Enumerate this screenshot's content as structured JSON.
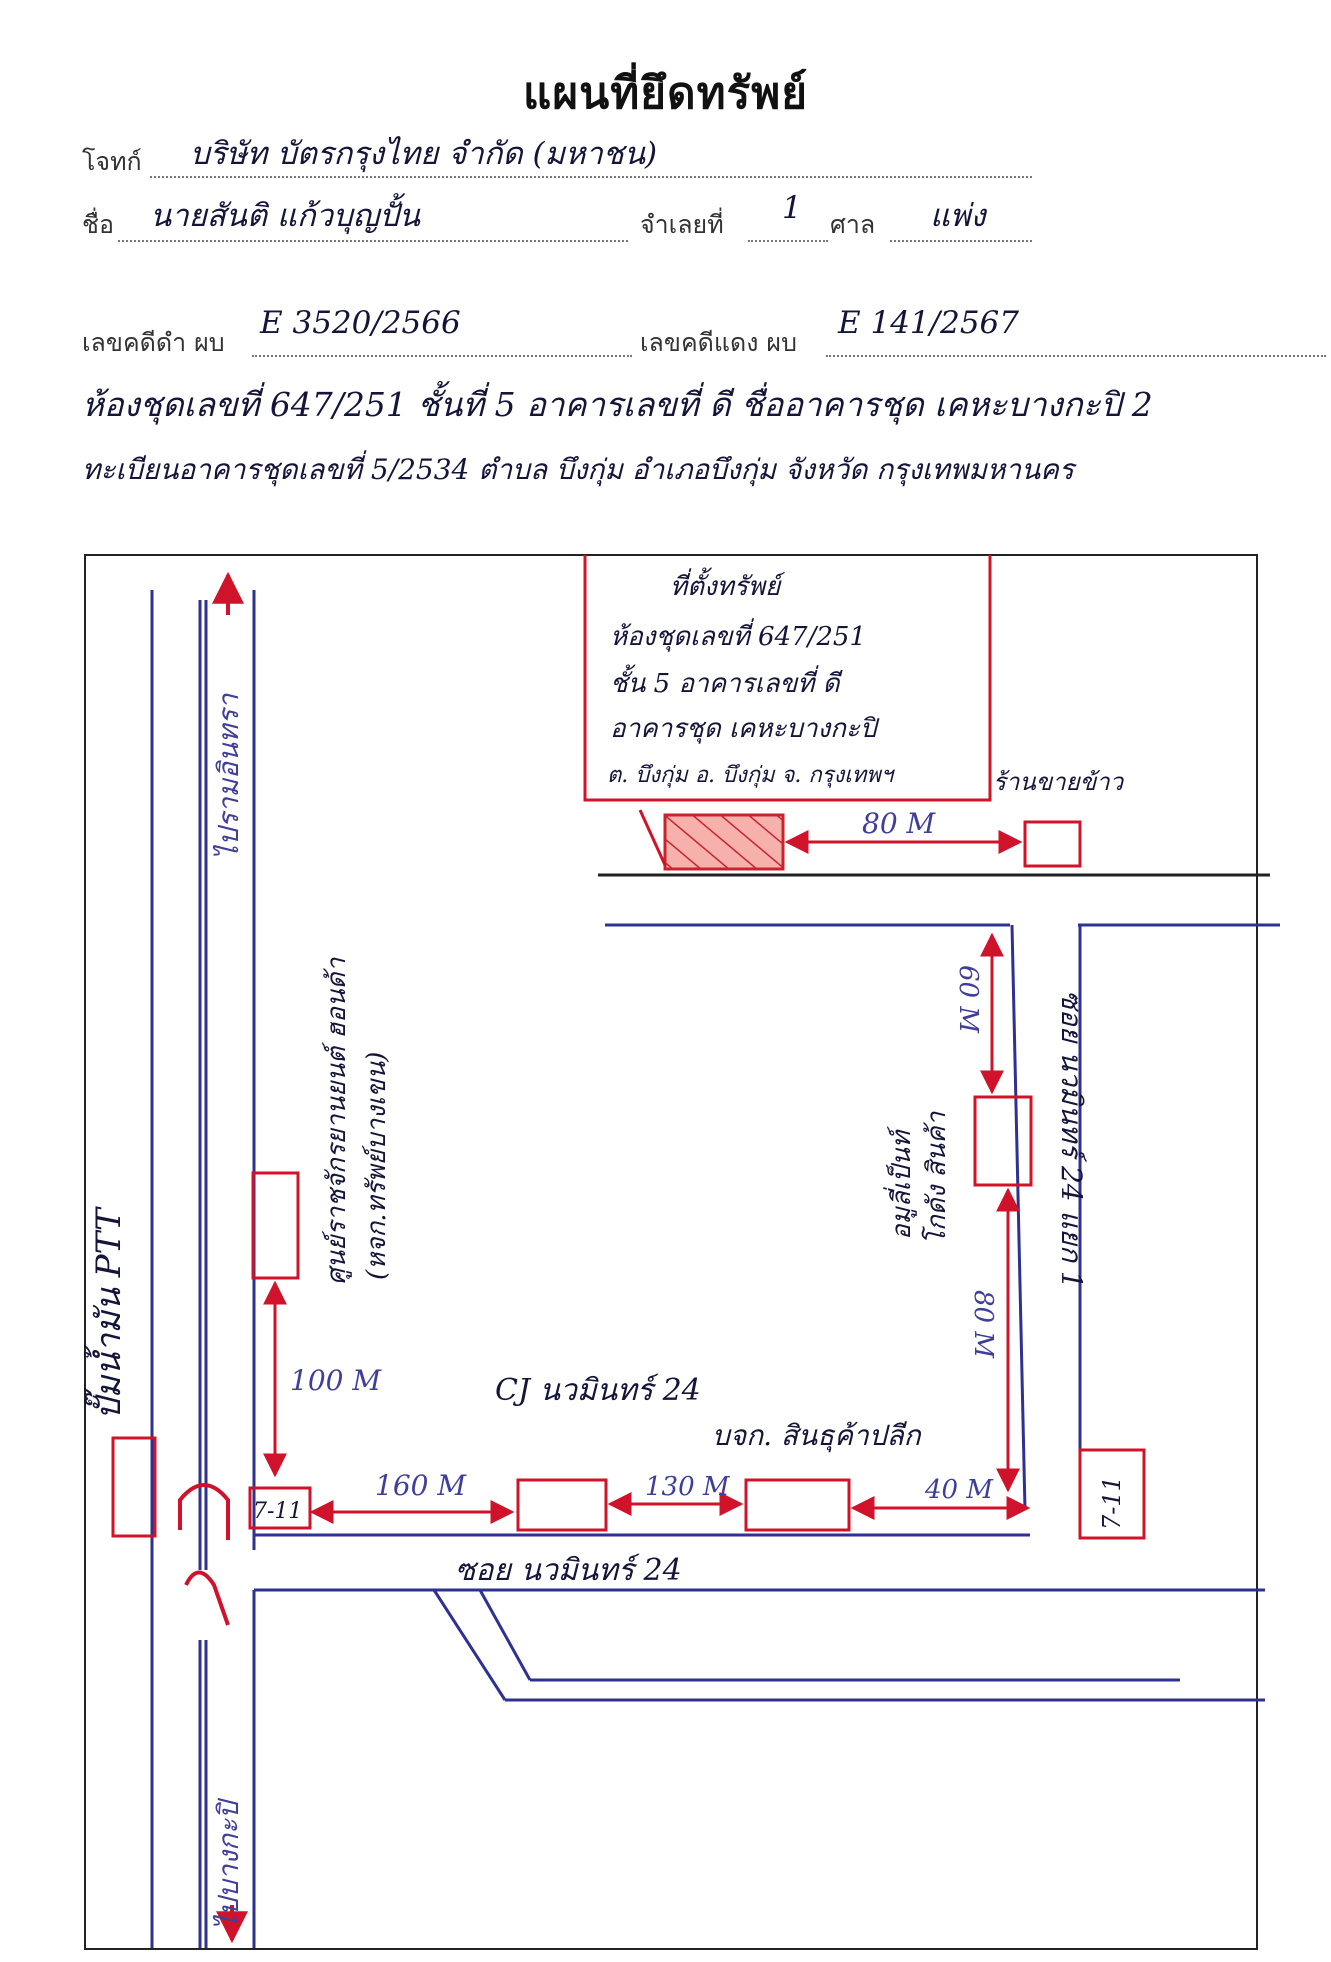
{
  "header": {
    "title": "แผนที่ยึดทรัพย์"
  },
  "form": {
    "plaintiff_label": "โจทก์",
    "plaintiff_value": "บริษัท บัตรกรุงไทย จำกัด (มหาชน)",
    "name_label": "ชื่อ",
    "name_value": "นายสันติ แก้วบุญปั้น",
    "defendant_no_label": "จำเลยที่",
    "defendant_no_value": "1",
    "court_label": "ศาล",
    "court_value": "แพ่ง",
    "black_case_label": "เลขคดีดำ ผบ",
    "black_case_value": "E 3520/2566",
    "red_case_label": "เลขคดีแดง ผบ",
    "red_case_value": "E 141/2567",
    "line4": "ห้องชุดเลขที่ 647/251 ชั้นที่ 5 อาคารเลขที่ ดี ชื่ออาคารชุด เคหะบางกะปิ 2",
    "line5": "ทะเบียนอาคารชุดเลขที่ 5/2534 ตำบล บึงกุ่ม อำเภอบึงกุ่ม จังหวัด กรุงเทพมหานคร"
  },
  "map": {
    "property_box": {
      "line1": "ที่ตั้งทรัพย์",
      "line2": "ห้องชุดเลขที่ 647/251",
      "line3": "ชั้น 5 อาคารเลขที่ ดี",
      "line4": "อาคารชุด เคหะบางกะปิ",
      "line5": "ต. บึงกุ่ม อ. บึงกุ่ม จ. กรุงเทพฯ"
    },
    "labels": {
      "rice_shop": "ร้านขายข้าว",
      "dist_80m_top": "80 M",
      "dist_60m": "60 M",
      "dist_80m_right": "80 M",
      "dist_100m": "100 M",
      "dist_160m": "160 M",
      "dist_130m": "130 M",
      "dist_40m": "40 M",
      "road_left_top": "ไปรามอินทรา",
      "road_left_bottom": "ไปบางกะปิ",
      "car_center_l1": "ศูนย์ราชจักรยานยนต์ ฮอนด้า",
      "car_center_l2": "(หจก.ทรัพย์บางเขน)",
      "gas_station": "ปั๊มน้ำมัน PTT",
      "seven_a": "7-11",
      "seven_b": "7-11",
      "cj": "CJ นวมินทร์ 24",
      "retail": "บจก. สินธุค้าปลีก",
      "soi_main": "ซอย นวมินทร์ 24",
      "soi_right": "ซอย นวมินทร์ 24 แยก 1",
      "amulet_l1": "อมูลี่เป็นท์",
      "amulet_l2": "โกดัง สินค้า"
    }
  },
  "colors": {
    "ink_blue": "#1c1c6e",
    "road_blue": "#2e3192",
    "map_red": "#d0132a",
    "hatch": "#f4a0a0"
  }
}
